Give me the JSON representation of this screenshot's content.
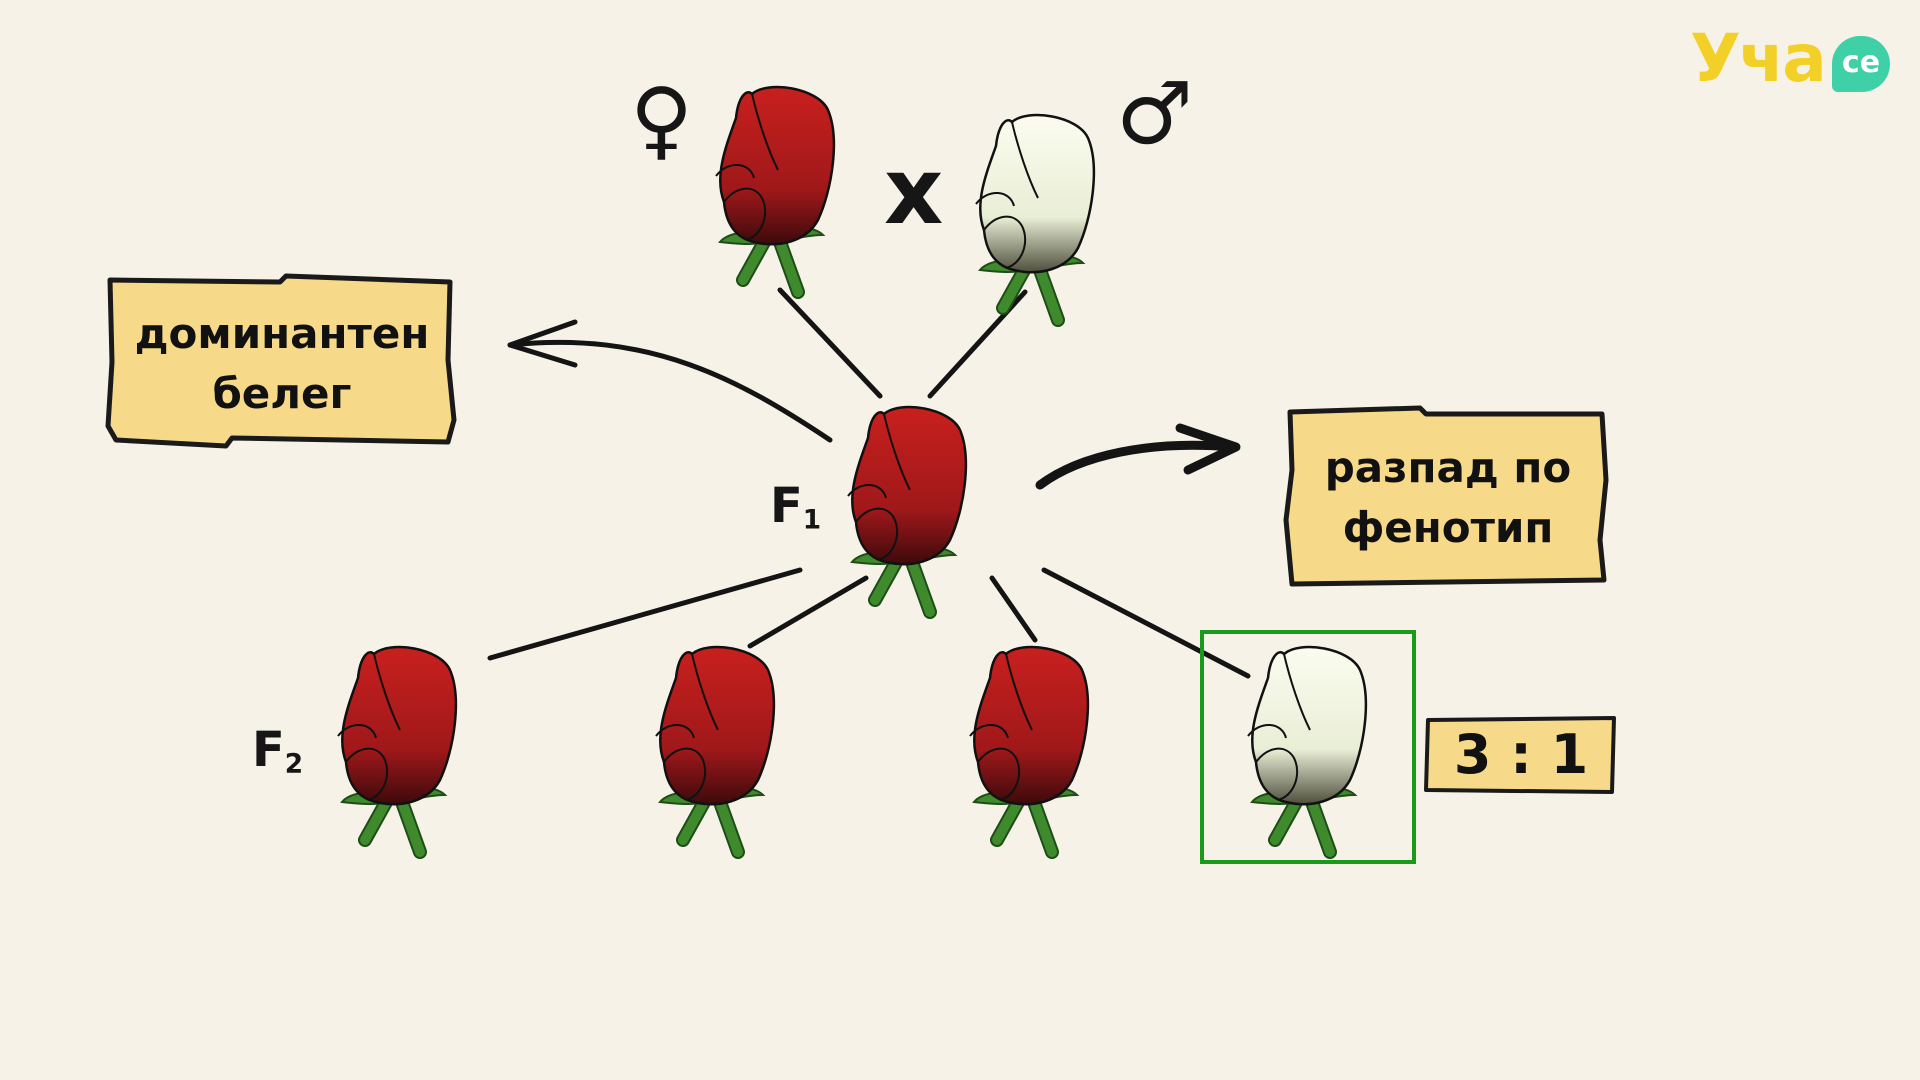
{
  "symbols": {
    "female": "♀",
    "male": "♂",
    "cross": "x"
  },
  "generations": {
    "f1_letter": "F",
    "f1_sub": "1",
    "f2_letter": "F",
    "f2_sub": "2"
  },
  "notes": {
    "dominant_line1": "доминантен",
    "dominant_line2": "белег",
    "split_line1": "разпад по",
    "split_line2": "фенотип",
    "ratio": "3 : 1"
  },
  "logo": {
    "text": "Уча",
    "badge": "се"
  },
  "icons": [
    "rose-red-icon",
    "rose-white-icon",
    "female-symbol-icon",
    "male-symbol-icon",
    "arrow-icon"
  ],
  "colors": {
    "red_rose": "#b11d1d",
    "white_rose": "#eef3dc",
    "stem": "#3f8a2c",
    "scroll": "#f7d98a",
    "highlight": "#1a9a1a",
    "logo_yellow": "#f2d027",
    "logo_green": "#3fd0a8"
  }
}
